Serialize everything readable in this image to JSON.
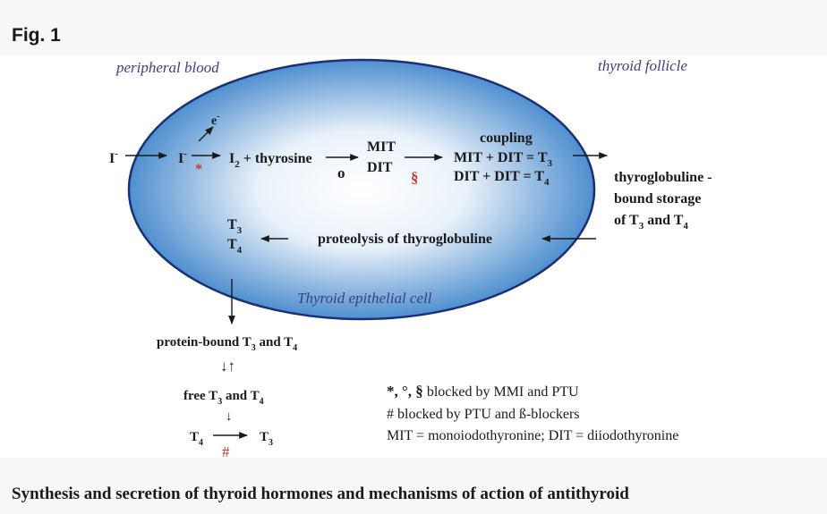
{
  "figure_label": "Fig. 1",
  "caption": "Synthesis and secretion of thyroid hormones and mechanisms of action of antithyroid",
  "regions": {
    "peripheral_blood": "peripheral blood",
    "thyroid_follicle": "thyroid follicle",
    "epithelial_cell": "Thyroid epithelial cell"
  },
  "synthesis": {
    "iodide_outside": "I",
    "iodide_outside_sup": "-",
    "iodide_inside": "I",
    "iodide_inside_sup": "-",
    "electron": "e",
    "electron_sup": "-",
    "block_star": "*",
    "iodine_i": "I",
    "iodine_sub": "2",
    "plus_thyrosine": " + thyrosine",
    "mit": "MIT",
    "dit": "DIT",
    "block_o": "o",
    "block_section": "§",
    "coupling": "coupling",
    "coupling_line1_text": "MIT + DIT = T",
    "coupling_line1_sub": "3",
    "coupling_line2_text": "DIT + DIT = T",
    "coupling_line2_sub": "4"
  },
  "storage": {
    "line1": "thyroglobuline -",
    "line2": "bound storage",
    "line3_prefix": "of T",
    "sub3": "3",
    "and": " and T",
    "sub4": "4"
  },
  "release": {
    "t": "T",
    "t3_sub": "3",
    "t4_sub": "4",
    "proteolysis": "proteolysis of thyroglobuline"
  },
  "circulation": {
    "protein_bound_prefix": "protein-bound T",
    "protein_bound_and": " and T",
    "free_prefix": "free T",
    "free_and": " and T",
    "sub3": "3",
    "sub4": "4",
    "equilibrium_arrows": "↓↑",
    "down_arrow": "↓",
    "t": "T",
    "conv_t4_sub": "4",
    "conv_t3_sub": "3",
    "block_hash": "#"
  },
  "legend": {
    "line1_symbols": "*, °, §",
    "line1_text": " blocked by MMI and PTU",
    "line2": "# blocked by PTU and ß-blockers",
    "line3": "MIT = monoiodothyronine; DIT = diiodothyronine"
  },
  "colors": {
    "cell_fill_center": "#ffffff",
    "cell_fill_edge": "#4f8fcf",
    "cell_outline": "#1a2f78",
    "block_mark": "#c0392b",
    "text": "#1a1a1a"
  }
}
